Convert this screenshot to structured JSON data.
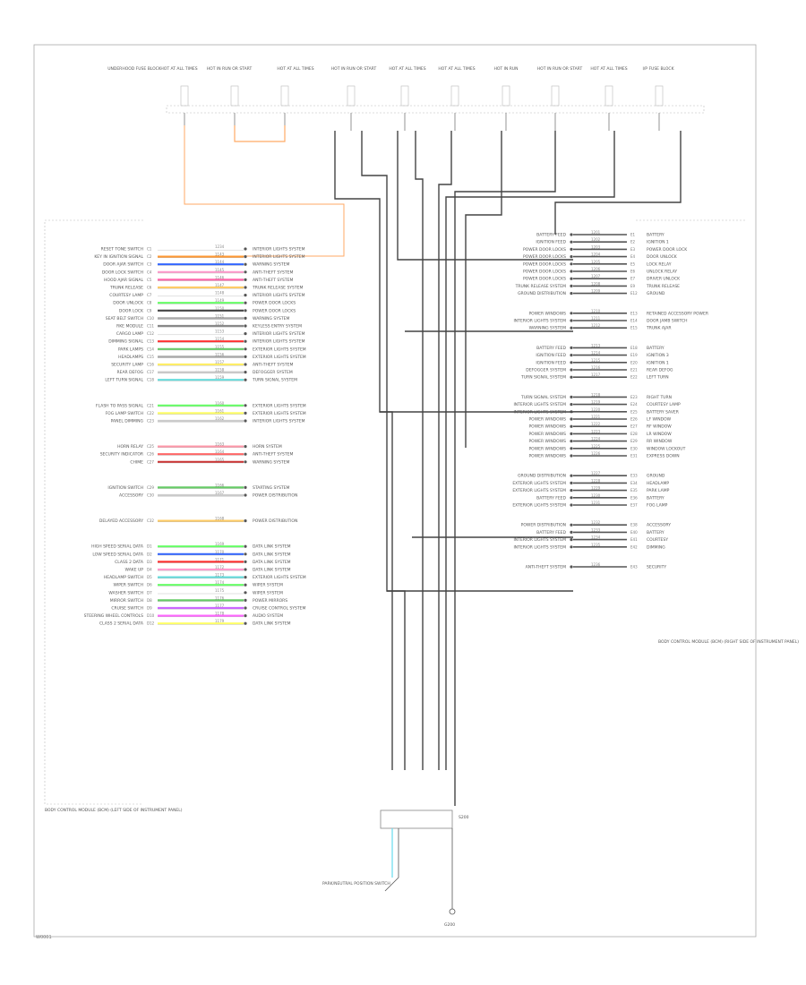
{
  "page": {
    "id": "W0001"
  },
  "modules": {
    "left": {
      "name": "BODY CONTROL MODULE (BCM) (LEFT SIDE OF INSTRUMENT PANEL)"
    },
    "right": {
      "name": "BODY CONTROL MODULE (BCM) (RIGHT SIDE OF INSTRUMENT PANEL)"
    }
  },
  "top_labels": [
    "UNDERHOOD FUSE BLOCK",
    "HOT AT ALL TIMES",
    "HOT IN RUN OR START",
    "HOT AT ALL TIMES",
    "HOT IN RUN OR START",
    "HOT AT ALL TIMES",
    "HOT AT ALL TIMES",
    "HOT IN RUN",
    "HOT IN RUN OR START",
    "HOT AT ALL TIMES",
    "I/P FUSE BLOCK"
  ],
  "left_rows": [
    {
      "pin": "C1",
      "label": "RESET TONE SWITCH",
      "color": "#ffffff",
      "circuit": "1234",
      "dest": "INTERIOR LIGHTS SYSTEM"
    },
    {
      "pin": "C2",
      "label": "KEY IN IGNITION SIGNAL",
      "color": "#ff9933",
      "circuit": "1143",
      "dest": "INTERIOR LIGHTS SYSTEM"
    },
    {
      "pin": "C3",
      "label": "DOOR AJAR SWITCH",
      "color": "#3366ff",
      "circuit": "1144",
      "dest": "WARNING SYSTEM"
    },
    {
      "pin": "C4",
      "label": "DOOR LOCK SWITCH",
      "color": "#ff99cc",
      "circuit": "1145",
      "dest": "ANTI-THEFT SYSTEM"
    },
    {
      "pin": "C5",
      "label": "HOOD AJAR SIGNAL",
      "color": "#ff66aa",
      "circuit": "1146",
      "dest": "ANTI-THEFT SYSTEM"
    },
    {
      "pin": "C6",
      "label": "TRUNK RELEASE",
      "color": "#ffcc66",
      "circuit": "1147",
      "dest": "TRUNK RELEASE SYSTEM"
    },
    {
      "pin": "C7",
      "label": "COURTESY LAMP",
      "color": "#ffffff",
      "circuit": "1148",
      "dest": "INTERIOR LIGHTS SYSTEM"
    },
    {
      "pin": "C8",
      "label": "DOOR UNLOCK",
      "color": "#66ff66",
      "circuit": "1149",
      "dest": "POWER DOOR LOCKS"
    },
    {
      "pin": "C9",
      "label": "DOOR LOCK",
      "color": "#444444",
      "circuit": "1150",
      "dest": "POWER DOOR LOCKS"
    },
    {
      "pin": "C10",
      "label": "SEAT BELT SWITCH",
      "color": "#aaaaaa",
      "circuit": "1151",
      "dest": "WARNING SYSTEM"
    },
    {
      "pin": "C11",
      "label": "RKE MODULE",
      "color": "#888888",
      "circuit": "1152",
      "dest": "KEYLESS ENTRY SYSTEM"
    },
    {
      "pin": "C12",
      "label": "CARGO LAMP",
      "color": "#ffffff",
      "circuit": "1153",
      "dest": "INTERIOR LIGHTS SYSTEM"
    },
    {
      "pin": "C13",
      "label": "DIMMING SIGNAL",
      "color": "#ff3333",
      "circuit": "1154",
      "dest": "INTERIOR LIGHTS SYSTEM"
    },
    {
      "pin": "C14",
      "label": "PARK LAMPS",
      "color": "#66cc66",
      "circuit": "1155",
      "dest": "EXTERIOR LIGHTS SYSTEM"
    },
    {
      "pin": "C15",
      "label": "HEADLAMPS",
      "color": "#aaaaaa",
      "circuit": "1156",
      "dest": "EXTERIOR LIGHTS SYSTEM"
    },
    {
      "pin": "C16",
      "label": "SECURITY LAMP",
      "color": "#ffee66",
      "circuit": "1157",
      "dest": "ANTI-THEFT SYSTEM"
    },
    {
      "pin": "C17",
      "label": "REAR DEFOG",
      "color": "#cccccc",
      "circuit": "1158",
      "dest": "DEFOGGER SYSTEM"
    },
    {
      "pin": "C18",
      "label": "LEFT TURN SIGNAL",
      "color": "#66dddd",
      "circuit": "1159",
      "dest": "TURN SIGNAL SYSTEM"
    },
    {
      "pin": "C21",
      "label": "FLASH TO PASS SIGNAL",
      "color": "#66ff66",
      "circuit": "1160",
      "dest": "EXTERIOR LIGHTS SYSTEM"
    },
    {
      "pin": "C22",
      "label": "FOG LAMP SWITCH",
      "color": "#ffff66",
      "circuit": "1161",
      "dest": "EXTERIOR LIGHTS SYSTEM"
    },
    {
      "pin": "C23",
      "label": "PANEL DIMMING",
      "color": "#cccccc",
      "circuit": "1162",
      "dest": "INTERIOR LIGHTS SYSTEM"
    },
    {
      "pin": "C25",
      "label": "HORN RELAY",
      "color": "#ff99aa",
      "circuit": "1163",
      "dest": "HORN SYSTEM"
    },
    {
      "pin": "C26",
      "label": "SECURITY INDICATOR",
      "color": "#ff6666",
      "circuit": "1164",
      "dest": "ANTI-THEFT SYSTEM"
    },
    {
      "pin": "C27",
      "label": "CHIME",
      "color": "#cc3333",
      "circuit": "1165",
      "dest": "WARNING SYSTEM"
    },
    {
      "pin": "C29",
      "label": "IGNITION SWITCH",
      "color": "#66cc66",
      "circuit": "1166",
      "dest": "STARTING SYSTEM"
    },
    {
      "pin": "C30",
      "label": "ACCESSORY",
      "color": "#cccccc",
      "circuit": "1167",
      "dest": "POWER DISTRIBUTION"
    },
    {
      "pin": "C32",
      "label": "DELAYED ACCESSORY",
      "color": "#ffcc66",
      "circuit": "1168",
      "dest": "POWER DISTRIBUTION"
    },
    {
      "pin": "D1",
      "label": "HIGH SPEED SERIAL DATA",
      "color": "#66ff66",
      "circuit": "1169",
      "dest": "DATA LINK SYSTEM"
    },
    {
      "pin": "D2",
      "label": "LOW SPEED SERIAL DATA",
      "color": "#3366ff",
      "circuit": "1170",
      "dest": "DATA LINK SYSTEM"
    },
    {
      "pin": "D3",
      "label": "CLASS 2 DATA",
      "color": "#ff3333",
      "circuit": "1171",
      "dest": "DATA LINK SYSTEM"
    },
    {
      "pin": "D4",
      "label": "WAKE UP",
      "color": "#ff99cc",
      "circuit": "1172",
      "dest": "DATA LINK SYSTEM"
    },
    {
      "pin": "D5",
      "label": "HEADLAMP SWITCH",
      "color": "#66dddd",
      "circuit": "1173",
      "dest": "EXTERIOR LIGHTS SYSTEM"
    },
    {
      "pin": "D6",
      "label": "WIPER SWITCH",
      "color": "#66ff66",
      "circuit": "1174",
      "dest": "WIPER SYSTEM"
    },
    {
      "pin": "D7",
      "label": "WASHER SWITCH",
      "color": "#ffffff",
      "circuit": "1175",
      "dest": "WIPER SYSTEM"
    },
    {
      "pin": "D8",
      "label": "MIRROR SWITCH",
      "color": "#66cc66",
      "circuit": "1176",
      "dest": "POWER MIRRORS"
    },
    {
      "pin": "D9",
      "label": "CRUISE SWITCH",
      "color": "#cc66ff",
      "circuit": "1177",
      "dest": "CRUISE CONTROL SYSTEM"
    },
    {
      "pin": "D10",
      "label": "STEERING WHEEL CONTROLS",
      "color": "#ff66ff",
      "circuit": "1178",
      "dest": "AUDIO SYSTEM"
    },
    {
      "pin": "D12",
      "label": "CLASS 2 SERIAL DATA",
      "color": "#ffff66",
      "circuit": "1179",
      "dest": "DATA LINK SYSTEM"
    }
  ],
  "right_rows": [
    {
      "pin": "E1",
      "label": "BATTERY",
      "circuit": "1201",
      "dest": "BATTERY FEED"
    },
    {
      "pin": "E2",
      "label": "IGNITION 1",
      "circuit": "1202",
      "dest": "IGNITION FEED"
    },
    {
      "pin": "E3",
      "label": "POWER DOOR LOCK",
      "circuit": "1203",
      "dest": "POWER DOOR LOCKS"
    },
    {
      "pin": "E4",
      "label": "DOOR UNLOCK",
      "circuit": "1204",
      "dest": "POWER DOOR LOCKS"
    },
    {
      "pin": "E5",
      "label": "LOCK RELAY",
      "circuit": "1205",
      "dest": "POWER DOOR LOCKS"
    },
    {
      "pin": "E6",
      "label": "UNLOCK RELAY",
      "circuit": "1206",
      "dest": "POWER DOOR LOCKS"
    },
    {
      "pin": "E7",
      "label": "DRIVER UNLOCK",
      "circuit": "1207",
      "dest": "POWER DOOR LOCKS"
    },
    {
      "pin": "E9",
      "label": "TRUNK RELEASE",
      "circuit": "1208",
      "dest": "TRUNK RELEASE SYSTEM"
    },
    {
      "pin": "E12",
      "label": "GROUND",
      "circuit": "1209",
      "dest": "GROUND DISTRIBUTION"
    },
    {
      "pin": "E13",
      "label": "RETAINED ACCESSORY POWER",
      "circuit": "1210",
      "dest": "POWER WINDOWS"
    },
    {
      "pin": "E14",
      "label": "DOOR JAMB SWITCH",
      "circuit": "1211",
      "dest": "INTERIOR LIGHTS SYSTEM"
    },
    {
      "pin": "E15",
      "label": "TRUNK AJAR",
      "circuit": "1212",
      "dest": "WARNING SYSTEM"
    },
    {
      "pin": "E18",
      "label": "BATTERY",
      "circuit": "1213",
      "dest": "BATTERY FEED"
    },
    {
      "pin": "E19",
      "label": "IGNITION 3",
      "circuit": "1214",
      "dest": "IGNITION FEED"
    },
    {
      "pin": "E20",
      "label": "IGNITION 1",
      "circuit": "1215",
      "dest": "IGNITION FEED"
    },
    {
      "pin": "E21",
      "label": "REAR DEFOG",
      "circuit": "1216",
      "dest": "DEFOGGER SYSTEM"
    },
    {
      "pin": "E22",
      "label": "LEFT TURN",
      "circuit": "1217",
      "dest": "TURN SIGNAL SYSTEM"
    },
    {
      "pin": "E23",
      "label": "RIGHT TURN",
      "circuit": "1218",
      "dest": "TURN SIGNAL SYSTEM"
    },
    {
      "pin": "E24",
      "label": "COURTESY LAMP",
      "circuit": "1219",
      "dest": "INTERIOR LIGHTS SYSTEM"
    },
    {
      "pin": "E25",
      "label": "BATTERY SAVER",
      "circuit": "1220",
      "dest": "INTERIOR LIGHTS SYSTEM"
    },
    {
      "pin": "E26",
      "label": "LF WINDOW",
      "circuit": "1221",
      "dest": "POWER WINDOWS"
    },
    {
      "pin": "E27",
      "label": "RF WINDOW",
      "circuit": "1222",
      "dest": "POWER WINDOWS"
    },
    {
      "pin": "E28",
      "label": "LR WINDOW",
      "circuit": "1223",
      "dest": "POWER WINDOWS"
    },
    {
      "pin": "E29",
      "label": "RR WINDOW",
      "circuit": "1224",
      "dest": "POWER WINDOWS"
    },
    {
      "pin": "E30",
      "label": "WINDOW LOCKOUT",
      "circuit": "1225",
      "dest": "POWER WINDOWS"
    },
    {
      "pin": "E31",
      "label": "EXPRESS DOWN",
      "circuit": "1226",
      "dest": "POWER WINDOWS"
    },
    {
      "pin": "E33",
      "label": "GROUND",
      "circuit": "1227",
      "dest": "GROUND DISTRIBUTION"
    },
    {
      "pin": "E34",
      "label": "HEADLAMP",
      "circuit": "1228",
      "dest": "EXTERIOR LIGHTS SYSTEM"
    },
    {
      "pin": "E35",
      "label": "PARK LAMP",
      "circuit": "1229",
      "dest": "EXTERIOR LIGHTS SYSTEM"
    },
    {
      "pin": "E36",
      "label": "BATTERY",
      "circuit": "1230",
      "dest": "BATTERY FEED"
    },
    {
      "pin": "E37",
      "label": "FOG LAMP",
      "circuit": "1231",
      "dest": "EXTERIOR LIGHTS SYSTEM"
    },
    {
      "pin": "E38",
      "label": "ACCESSORY",
      "circuit": "1232",
      "dest": "POWER DISTRIBUTION"
    },
    {
      "pin": "E40",
      "label": "BATTERY",
      "circuit": "1233",
      "dest": "BATTERY FEED"
    },
    {
      "pin": "E41",
      "label": "COURTESY",
      "circuit": "1234",
      "dest": "INTERIOR LIGHTS SYSTEM"
    },
    {
      "pin": "E42",
      "label": "DIMMING",
      "circuit": "1235",
      "dest": "INTERIOR LIGHTS SYSTEM"
    },
    {
      "pin": "E43",
      "label": "SECURITY",
      "circuit": "1236",
      "dest": "ANTI-THEFT SYSTEM"
    }
  ],
  "bottom": {
    "ground_label": "G200",
    "switch_label": "PARK/NEUTRAL POSITION SWITCH",
    "splice_label": "S200"
  }
}
